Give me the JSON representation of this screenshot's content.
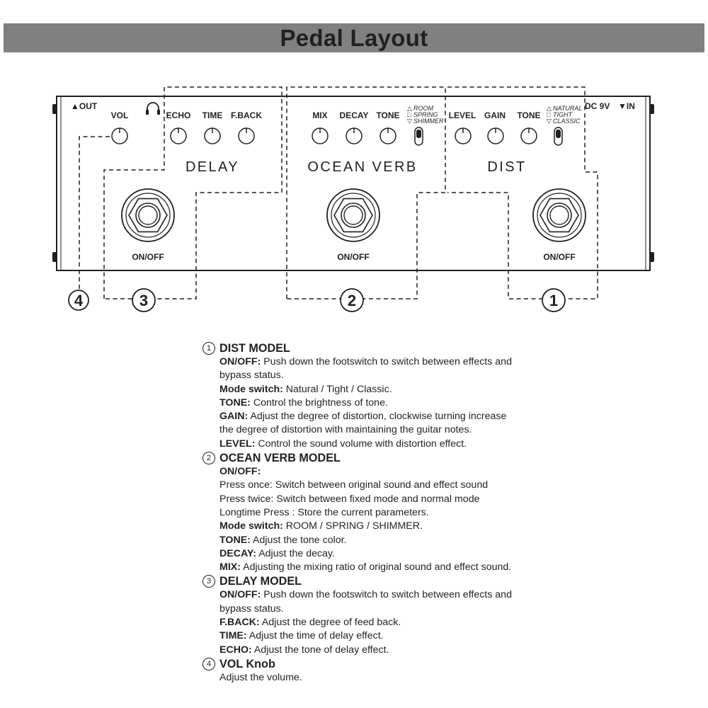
{
  "title": "Pedal Layout",
  "diagram": {
    "out_label": "▲OUT",
    "in_label": "▼IN",
    "dc_label": "DC 9V",
    "knob_labels": {
      "vol": "VOL",
      "echo": "ECHO",
      "time": "TIME",
      "fback": "F.BACK",
      "mix": "MIX",
      "decay": "DECAY",
      "verb_tone": "TONE",
      "level": "LEVEL",
      "gain": "GAIN",
      "dist_tone": "TONE"
    },
    "verb_modes": [
      "ROOM",
      "SPRING",
      "SHIMMER"
    ],
    "dist_modes": [
      "NATURAL",
      "TIGHT",
      "CLASSIC"
    ],
    "mode_symbols": [
      "△",
      "□",
      "▽"
    ],
    "section_names": [
      "DELAY",
      "OCEAN VERB",
      "DIST"
    ],
    "footswitch_label": "ON/OFF",
    "callouts": [
      "1",
      "2",
      "3",
      "4"
    ],
    "icons": {
      "headphone": "headphone-icon"
    }
  },
  "sections": [
    {
      "num": "①",
      "title": "DIST MODEL",
      "lines": [
        {
          "bold": "ON/OFF:",
          "text": " Push down the footswitch to switch between effects and"
        },
        {
          "bold": "",
          "text": "bypass status."
        },
        {
          "bold": "Mode switch:",
          "text": " Natural / Tight / Classic."
        },
        {
          "bold": "TONE:",
          "text": " Control the brightness of tone."
        },
        {
          "bold": "GAIN:",
          "text": " Adjust the degree of distortion, clockwise turning increase"
        },
        {
          "bold": "",
          "text": "the degree of distortion with maintaining the guitar notes."
        },
        {
          "bold": "LEVEL:",
          "text": " Control the sound volume with distortion effect."
        }
      ]
    },
    {
      "num": "②",
      "title": "OCEAN VERB MODEL",
      "lines": [
        {
          "bold": "ON/OFF:",
          "text": ""
        },
        {
          "bold": "",
          "text": "Press once: Switch between original sound and effect sound"
        },
        {
          "bold": "",
          "text": "Press twice: Switch between fixed mode and normal mode"
        },
        {
          "bold": "",
          "text": "Longtime Press : Store the current parameters."
        },
        {
          "bold": "Mode switch:",
          "text": " ROOM / SPRING / SHIMMER."
        },
        {
          "bold": "TONE:",
          "text": " Adjust the tone color."
        },
        {
          "bold": "DECAY:",
          "text": " Adjust the decay."
        },
        {
          "bold": "MIX:",
          "text": " Adjusting the mixing ratio of original sound and effect sound."
        }
      ]
    },
    {
      "num": "③",
      "title": "DELAY MODEL",
      "lines": [
        {
          "bold": "ON/OFF:",
          "text": " Push down the footswitch to switch between effects and"
        },
        {
          "bold": "",
          "text": "bypass status."
        },
        {
          "bold": "F.BACK:",
          "text": " Adjust the degree of feed back."
        },
        {
          "bold": "TIME:",
          "text": " Adjust the time of delay effect."
        },
        {
          "bold": "ECHO:",
          "text": " Adjust the tone of delay effect."
        }
      ]
    },
    {
      "num": "④",
      "title": "VOL Knob",
      "lines": [
        {
          "bold": "",
          "text": "Adjust the volume."
        }
      ]
    }
  ]
}
